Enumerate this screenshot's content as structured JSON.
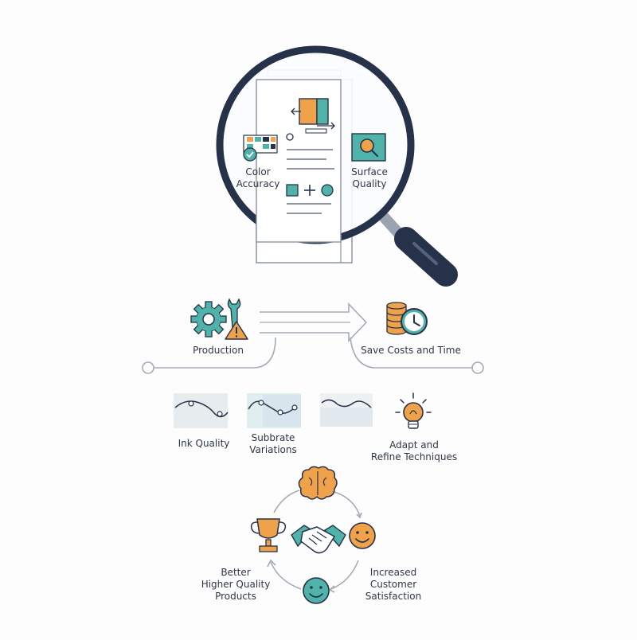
{
  "magnifier": {
    "left_label_line1": "Color",
    "left_label_line2": "Accuracy",
    "right_label_line1": "Surface",
    "right_label_line2": "Quality"
  },
  "flow": {
    "production_label": "Production",
    "save_label": "Save Costs and Time"
  },
  "factors": {
    "ink_label": "Ink Quality",
    "substrate_line1": "Subbrate",
    "substrate_line2": "Variations",
    "adapt_line1": "Adapt and",
    "adapt_line2": "Refine Techniques"
  },
  "cycle": {
    "better_line1": "Better",
    "better_line2": "Higher Quality",
    "better_line3": "Products",
    "satisfaction_line1": "Increased",
    "satisfaction_line2": "Customer",
    "satisfaction_line3": "Satisfaction"
  },
  "colors": {
    "navy": "#26324a",
    "teal": "#4fb3a9",
    "orange": "#f0a24b",
    "line_gray": "#a4abb6"
  }
}
